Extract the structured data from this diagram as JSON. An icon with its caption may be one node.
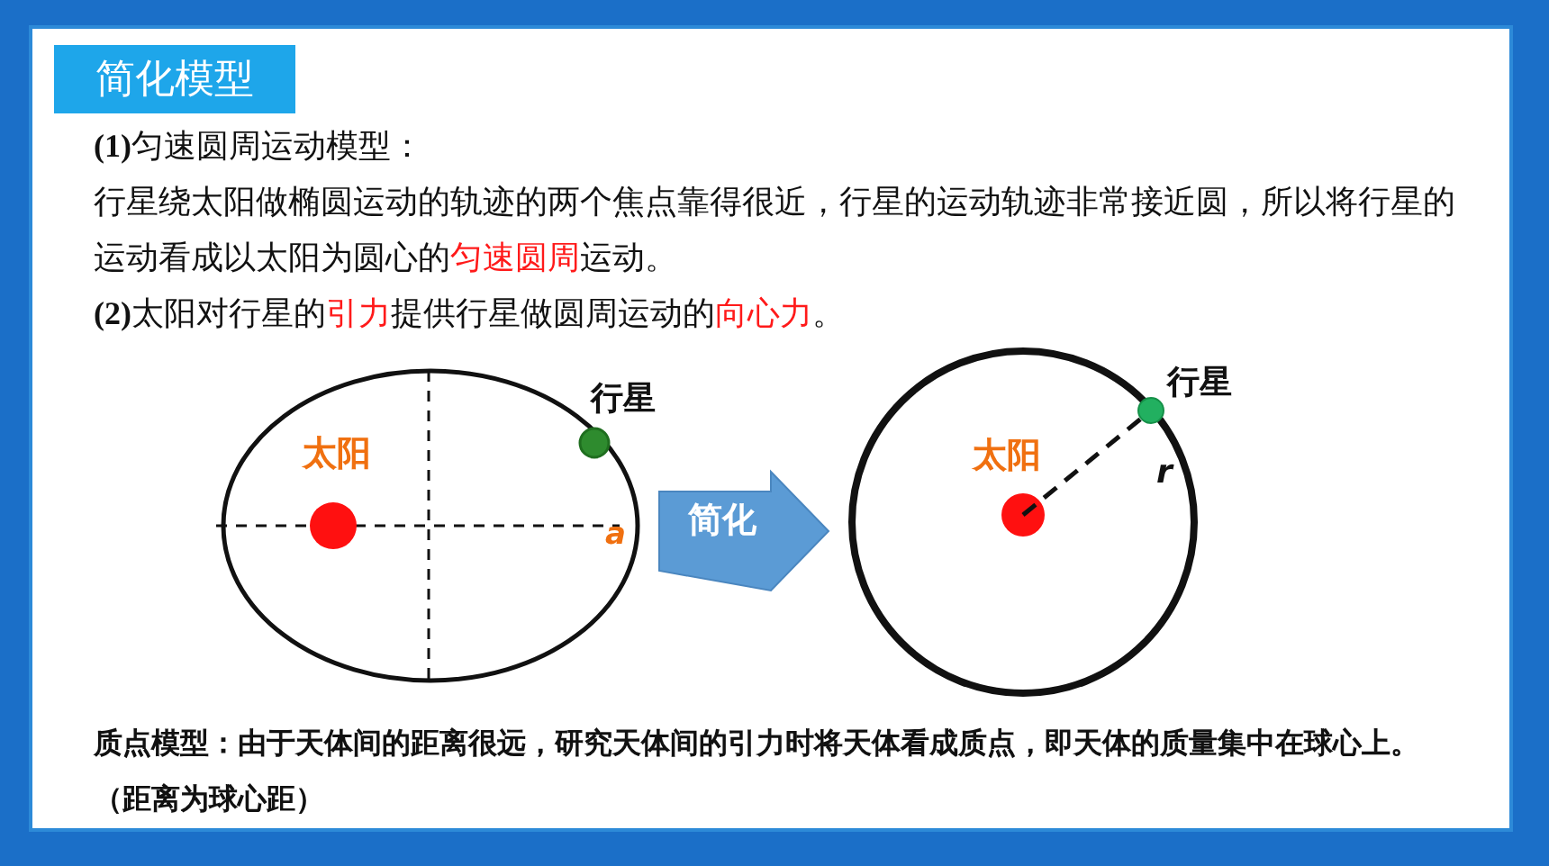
{
  "diagram": {
    "title": "简化模型",
    "nodes": [
      {
        "text": [
          "太阳",
          "a"
        ],
        "beside": [
          "行星"
        ]
      },
      {
        "text": [
          "太阳",
          "r"
        ],
        "beside": [
          "行星"
        ]
      }
    ],
    "edges": [
      {
        "from": 0,
        "to": 1,
        "arrow": "to",
        "label": "简化",
        "style": "thick",
        "color": "#5b9bd5"
      }
    ],
    "labels": [
      "**(1)**匀速圆周运动模型：",
      "行星绕太阳做椭圆运动的轨迹的两个焦点靠得很近，行星的运动轨迹非常接近圆，所以将行星的运动看成以太阳为圆心的",
      "匀速圆周",
      "运动。",
      "**(2)**太阳对行星的",
      "引力",
      "提供行星做圆周运动的",
      "向心力",
      "。",
      "质点模型：由于天体间的距离很远，研究天体间的引力时将天体看成质点，即天体的质量集中在球心上。（距离为球心距）"
    ]
  }
}
